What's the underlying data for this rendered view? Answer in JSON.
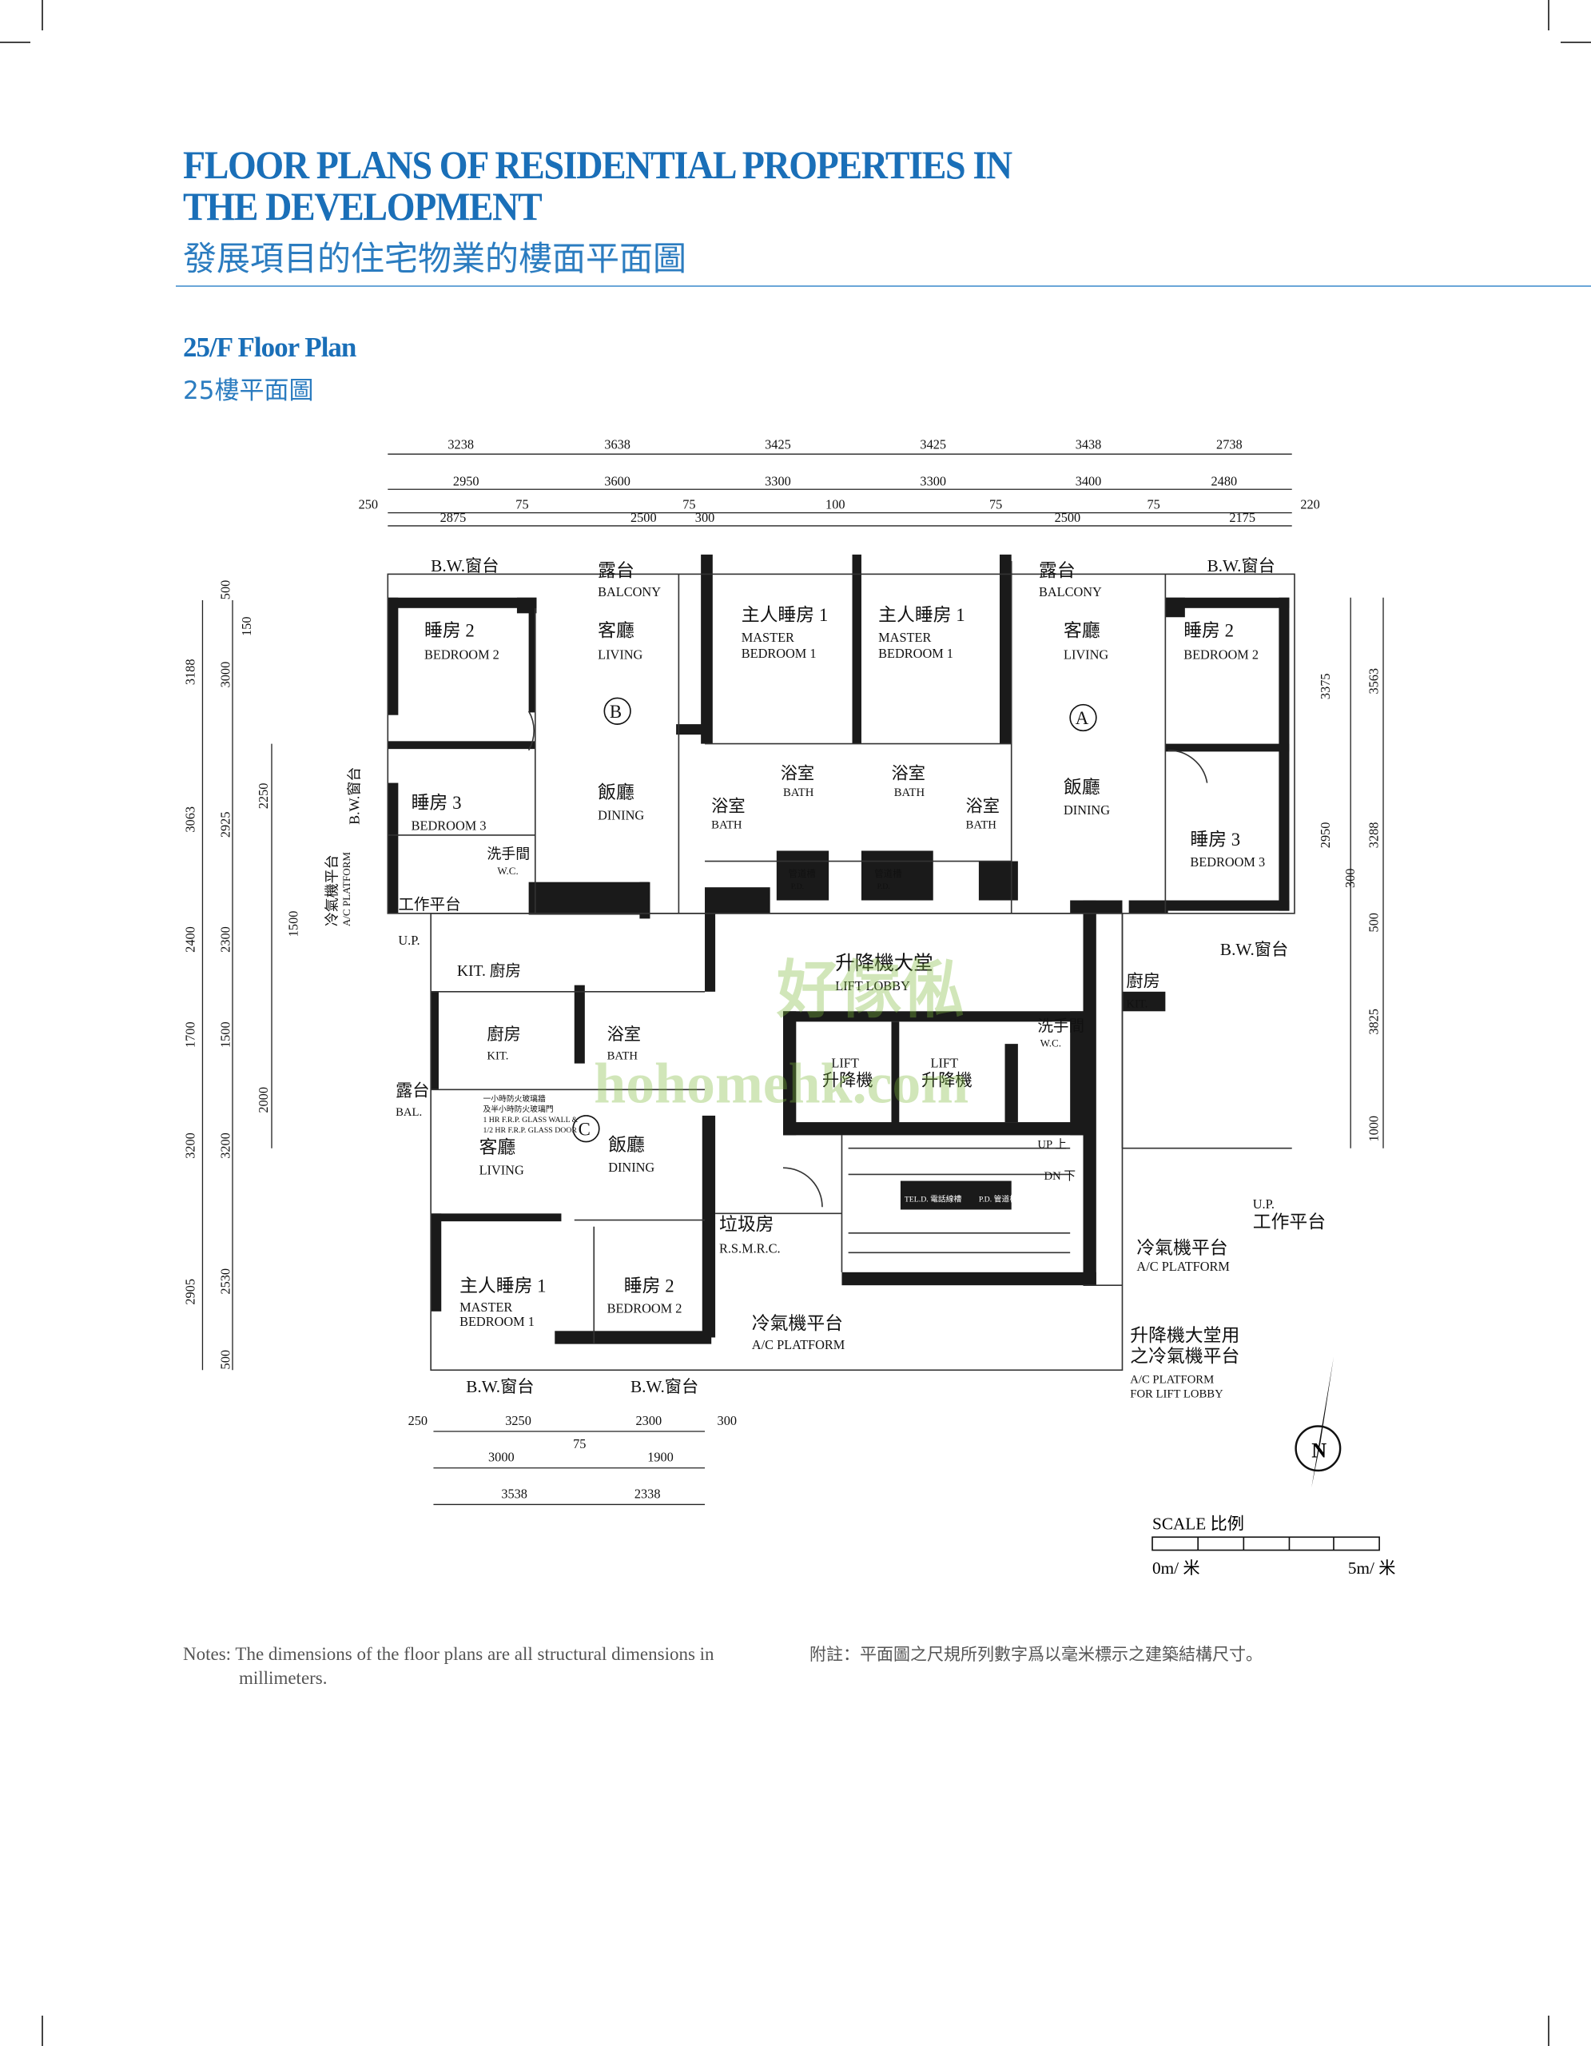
{
  "header": {
    "title_line1": "FLOOR PLANS OF RESIDENTIAL PROPERTIES IN",
    "title_line2": "THE DEVELOPMENT",
    "title_zh": "發展項目的住宅物業的樓面平面圖"
  },
  "section": {
    "title": "25/F Floor Plan",
    "title_zh": "25樓平面圖"
  },
  "dims": {
    "top1": [
      "3238",
      "3638",
      "3425",
      "3425",
      "3438",
      "2738"
    ],
    "top2": [
      "2950",
      "3600",
      "3300",
      "3300",
      "3400",
      "2480"
    ],
    "top3": [
      "250",
      "75",
      "75",
      "100",
      "75",
      "75",
      "220"
    ],
    "top4": [
      "2875",
      "2500",
      "300",
      "2500",
      "2175"
    ],
    "left1": [
      "3188",
      "3063",
      "2400",
      "1700",
      "3200",
      "2905"
    ],
    "left2": [
      "500",
      "3000",
      "2925",
      "2300",
      "1500",
      "3200",
      "2530",
      "500"
    ],
    "left3": [
      "150",
      "2250",
      "1500",
      "2000"
    ],
    "right1": [
      "3375",
      "2950",
      "3825",
      "1000"
    ],
    "right2": [
      "3563",
      "3288",
      "500",
      "300"
    ],
    "bottom1": [
      "250",
      "3250",
      "2300",
      "300"
    ],
    "bottom2": [
      "3000",
      "75",
      "1900"
    ],
    "bottom3": [
      "3538",
      "2338"
    ]
  },
  "rooms": {
    "bw_b": "B.W.窗台",
    "balcony_b": "露台",
    "balcony_b_en": "BALCONY",
    "bed2_b": "睡房 2",
    "bed2_b_en": "BEDROOM 2",
    "living_b": "客廳",
    "living_b_en": "LIVING",
    "unit_b": "B",
    "bed3_b": "睡房 3",
    "bed3_b_en": "BEDROOM 3",
    "dining_b": "飯廳",
    "dining_b_en": "DINING",
    "wc_b": "洗手間",
    "wc_b_en": "W.C.",
    "bw_b_side": "B.W.窗台",
    "ac_b": "冷氣機平台",
    "ac_b_en": "A/C PLATFORM",
    "up_b": "工作平台",
    "up_b_en": "U.P.",
    "kit_b": "KIT. 廚房",
    "master_b": "主人睡房 1",
    "master_b_en1": "MASTER",
    "master_b_en2": "BEDROOM 1",
    "bath_b": "浴室",
    "bath_b_en": "BATH",
    "bath_b2": "浴室",
    "bath_b2_en": "BATH",
    "master_a": "主人睡房 1",
    "master_a_en1": "MASTER",
    "master_a_en2": "BEDROOM 1",
    "bath_a": "浴室",
    "bath_a_en": "BATH",
    "bath_a2": "浴室",
    "bath_a2_en": "BATH",
    "pd1": "管道槽",
    "pd1_en": "P.D.",
    "pd2": "管道槽",
    "pd2_en": "P.D.",
    "balcony_a": "露台",
    "balcony_a_en": "BALCONY",
    "living_a": "客廳",
    "living_a_en": "LIVING",
    "unit_a": "A",
    "dining_a": "飯廳",
    "dining_a_en": "DINING",
    "bw_a": "B.W.窗台",
    "bed2_a": "睡房 2",
    "bed2_a_en": "BEDROOM 2",
    "bed3_a": "睡房 3",
    "bed3_a_en": "BEDROOM 3",
    "bw_a2": "B.W.窗台",
    "kit_a": "廚房",
    "kit_a_en": "KIT.",
    "wc_a": "洗手間",
    "wc_a_en": "W.C.",
    "lobby": "升降機大堂",
    "lobby_en": "LIFT LOBBY",
    "lift1": "LIFT",
    "lift1_zh": "升降機",
    "lift2": "LIFT",
    "lift2_zh": "升降機",
    "kit_c": "廚房",
    "kit_c_en": "KIT.",
    "bath_c": "浴室",
    "bath_c_en": "BATH",
    "bal_c": "露台",
    "bal_c_en": "BAL.",
    "glass_note1": "一小時防火玻璃牆",
    "glass_note2": "及半小時防火玻璃門",
    "glass_note3": "1 HR F.R.P. GLASS WALL &",
    "glass_note4": "1/2 HR F.R.P. GLASS DOOR",
    "living_c": "客廳",
    "living_c_en": "LIVING",
    "unit_c": "C",
    "dining_c": "飯廳",
    "dining_c_en": "DINING",
    "master_c": "主人睡房 1",
    "master_c_en1": "MASTER",
    "master_c_en2": "BEDROOM 1",
    "bed2_c": "睡房 2",
    "bed2_c_en": "BEDROOM 2",
    "bw_c1": "B.W.窗台",
    "bw_c2": "B.W.窗台",
    "rsmrc": "垃圾房",
    "rsmrc_en": "R.S.M.R.C.",
    "ac_c": "冷氣機平台",
    "ac_c_en": "A/C PLATFORM",
    "ac_a": "冷氣機平台",
    "ac_a_en": "A/C PLATFORM",
    "up_a": "工作平台",
    "up_a_en": "U.P.",
    "ac_lobby1": "升降機大堂用",
    "ac_lobby2": "之冷氣機平台",
    "ac_lobby_en1": "A/C PLATFORM",
    "ac_lobby_en2": "FOR LIFT LOBBY",
    "teld": "TEL.D. 電話線槽",
    "pd3": "P.D. 管道槽",
    "up": "UP 上",
    "dn": "DN 下"
  },
  "watermark": {
    "zh": "好傢俬",
    "en": "hohomehk.com"
  },
  "compass": {
    "label": "N"
  },
  "scale": {
    "label": "SCALE 比例",
    "start": "0m/ 米",
    "end": "5m/ 米"
  },
  "notes": {
    "en_label": "Notes:",
    "en": "The dimensions of the floor plans are all structural dimensions in",
    "en2": "millimeters.",
    "zh": "附註：平面圖之尺規所列數字爲以毫米標示之建築結構尺寸。"
  }
}
